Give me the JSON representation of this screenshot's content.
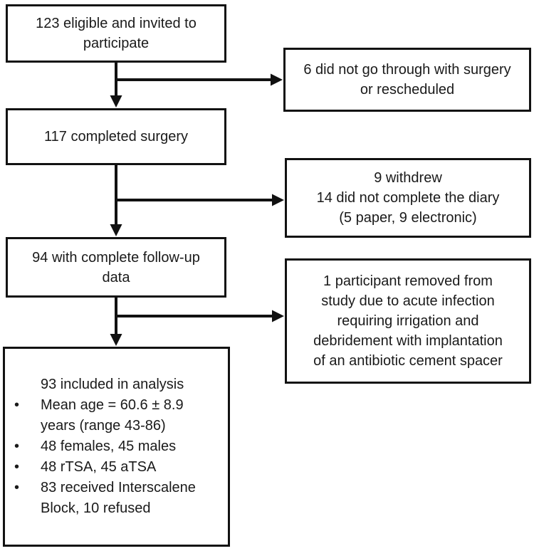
{
  "diagram": {
    "kind": "participant-flow-diagram",
    "colors": {
      "line": "#111111",
      "text": "#1a1a1a",
      "background": "#ffffff"
    },
    "nodes": {
      "eligible": "123 eligible and invited to\nparticipate",
      "completed_surgery": "117 completed surgery",
      "complete_followup": "94 with complete follow-up\ndata",
      "no_surgery": "6 did not go through with surgery\nor rescheduled",
      "withdrew_diary": "9 withdrew\n14 did not complete the diary\n(5 paper, 9 electronic)",
      "removed_infection": "1 participant removed from\nstudy due to acute infection\nrequiring irrigation and\ndebridement with implantation\nof an antibiotic cement spacer",
      "analysis": {
        "header": "93 included in analysis",
        "bullet_glyph": "•",
        "bullets": [
          "Mean age = 60.6 ± 8.9\nyears (range 43-86)",
          "48 females, 45 males",
          "48 rTSA, 45 aTSA",
          "83 received Interscalene\nBlock, 10 refused"
        ]
      }
    }
  }
}
